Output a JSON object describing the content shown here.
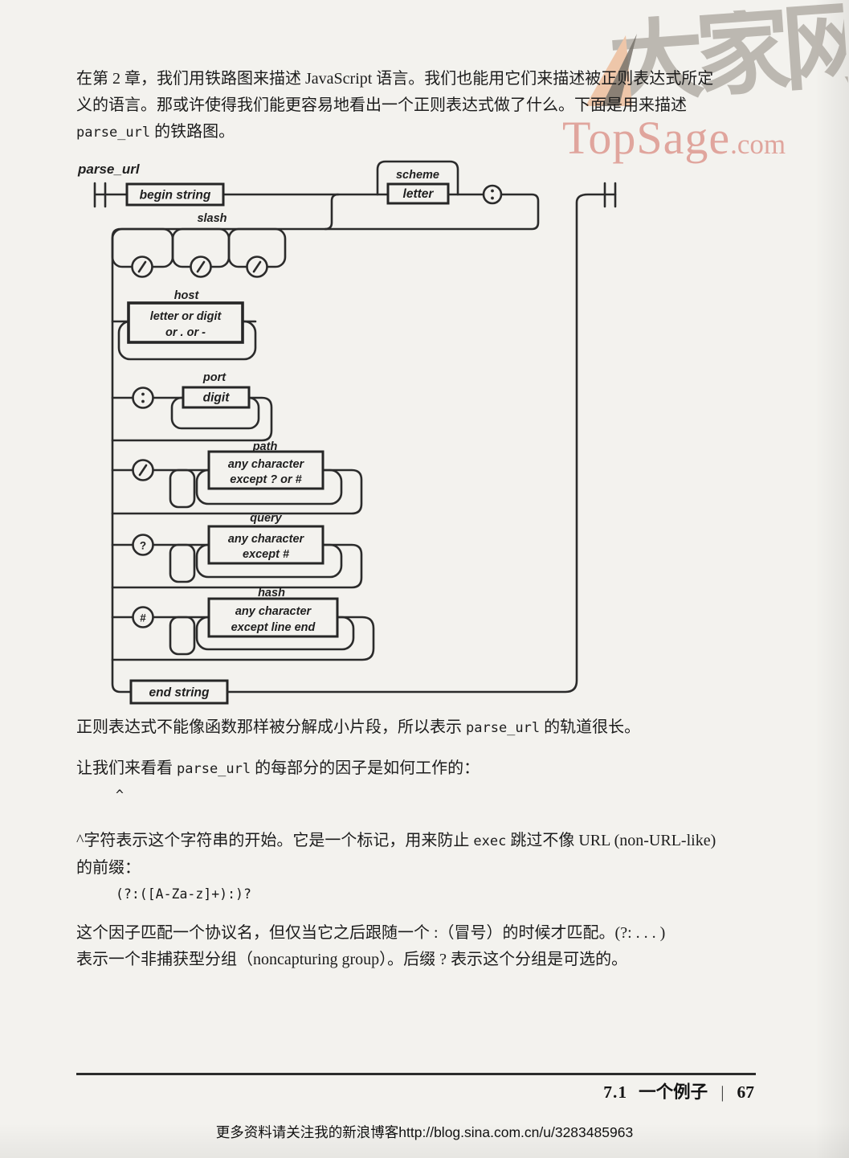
{
  "page": {
    "paragraph1": {
      "line1": "在第 2 章，我们用铁路图来描述 JavaScript 语言。我们也能用它们来描述被正则表达式所定",
      "line2": "义的语言。那或许使得我们能更容易地看出一个正则表达式做了什么。下面是用来描述",
      "line3_code": "parse_url",
      "line3_text": " 的铁路图。"
    },
    "paragraph2": {
      "pre": "正则表达式不能像函数那样被分解成小片段，所以表示 ",
      "code": "parse_url",
      "post": " 的轨道很长。"
    },
    "paragraph3": {
      "pre": "让我们来看看 ",
      "code": "parse_url",
      "post": " 的每部分的因子是如何工作的："
    },
    "code_snippet1": "^",
    "paragraph4": {
      "line1_pre": "^字符表示这个字符串的开始。它是一个标记，用来防止 ",
      "line1_code": "exec",
      "line1_post": " 跳过不像 URL (non-URL-like)",
      "line2": "的前缀："
    },
    "code_snippet2": "(?:([A-Za-z]+):)?",
    "paragraph5": {
      "line1": "这个因子匹配一个协议名，但仅当它之后跟随一个 :（冒号）的时候才匹配。(?: . . . )",
      "line2": "表示一个非捕获型分组（noncapturing group）。后缀 ? 表示这个分组是可选的。"
    }
  },
  "diagram": {
    "title": "parse_url",
    "begin_box": "begin string",
    "scheme_label": "scheme",
    "letter_box": "letter",
    "slash_label": "slash",
    "host_label": "host",
    "host_box_line1": "letter or digit",
    "host_box_line2": "or . or -",
    "port_label": "port",
    "digit_box": "digit",
    "path_label": "path",
    "path_box_line1": "any character",
    "path_box_line2": "except ? or #",
    "query_label": "query",
    "query_box_line1": "any character",
    "query_box_line2": "except #",
    "hash_label": "hash",
    "hash_box_line1": "any character",
    "hash_box_line2": "except line end",
    "end_box": "end string",
    "question_symbol": "?",
    "hash_symbol": "#"
  },
  "footer": {
    "section_number": "7.1",
    "section_title": "一个例子",
    "separator": "|",
    "page_number": "67",
    "bottom_note": "更多资料请关注我的新浪博客http://blog.sina.com.cn/u/3283485963"
  },
  "watermark": {
    "logo_text": "大家网",
    "site_name": "TopSage",
    "site_tld": ".com"
  },
  "colors": {
    "paper": "#f3f2ee",
    "ink": "#1c1c1c",
    "diagram_line": "#2b2b2b",
    "watermark_pink": "#de9c93",
    "watermark_gray": "#948e85",
    "watermark_peach": "#eec6a9"
  }
}
